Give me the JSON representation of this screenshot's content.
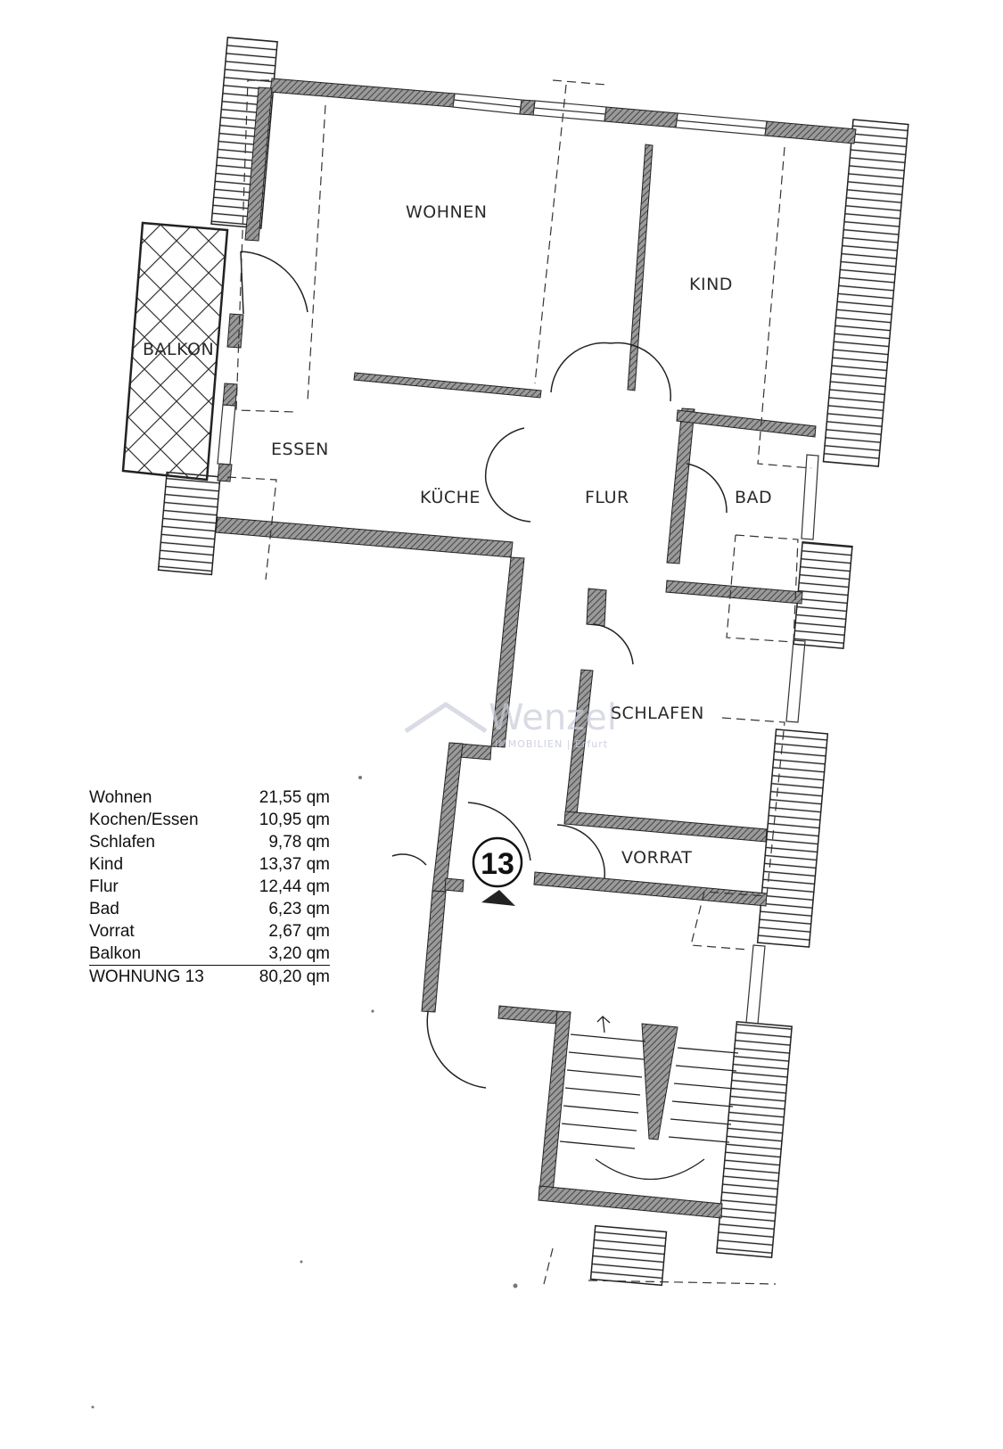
{
  "plan": {
    "unit_number": "13",
    "rooms": {
      "wohnen": "WOHNEN",
      "kind": "KIND",
      "balkon": "BALKON",
      "essen": "ESSEN",
      "kueche": "KÜCHE",
      "flur": "FLUR",
      "bad": "BAD",
      "schlafen": "SCHLAFEN",
      "vorrat": "VORRAT"
    },
    "watermark": {
      "brand": "Wenzel",
      "tagline": "IMMOBILIEN | Erfurt"
    }
  },
  "areas": {
    "rows": [
      {
        "room": "Wohnen",
        "area": "21,55 qm"
      },
      {
        "room": "Kochen/Essen",
        "area": "10,95 qm"
      },
      {
        "room": "Schlafen",
        "area": "9,78 qm"
      },
      {
        "room": "Kind",
        "area": "13,37 qm"
      },
      {
        "room": "Flur",
        "area": "12,44 qm"
      },
      {
        "room": "Bad",
        "area": "6,23 qm"
      },
      {
        "room": "Vorrat",
        "area": "2,67 qm"
      },
      {
        "room": "Balkon",
        "area": "3,20 qm"
      }
    ],
    "total": {
      "label": "WOHNUNG 13",
      "area": "80,20 qm"
    }
  }
}
